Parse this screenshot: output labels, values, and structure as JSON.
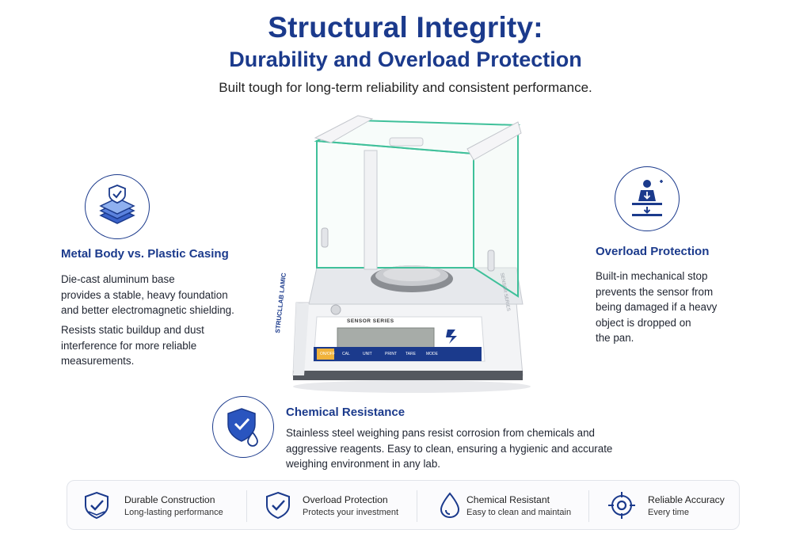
{
  "header": {
    "title": "Structural Integrity:",
    "subtitle": "Durability and Overload Protection",
    "tagline": "Built tough for long-term reliability and consistent performance."
  },
  "features": {
    "metal_body": {
      "icon": "layered-shield-icon",
      "title": "Metal Body vs. Plastic Casing",
      "lines1": [
        "Die-cast aluminum base",
        "provides a stable, heavy foundation",
        "and better electromagnetic shielding."
      ],
      "lines2": [
        "Resists static buildup and dust",
        "interference for more reliable",
        "measurements."
      ]
    },
    "overload": {
      "icon": "overload-stop-icon",
      "title": "Overload Protection",
      "lines": [
        "Built-in mechanical stop",
        "prevents the sensor from",
        "being damaged if a heavy",
        "object is dropped on",
        "the pan."
      ]
    },
    "chemical": {
      "icon": "shield-drop-icon",
      "title": "Chemical Resistance",
      "lines": [
        "Stainless steel weighing pans resist corrosion from chemicals and",
        "aggressive reagents. Easy to clean, ensuring a hygienic and accurate",
        "weighing environment in any lab."
      ]
    }
  },
  "product": {
    "series_label": "SENSOR SERIES",
    "brand_label": "STRUCLLAB LAMIC",
    "side_label": "SENSOR SERIES",
    "keys": [
      "ON/OFF",
      "CAL",
      "UNIT",
      "PRINT",
      "TARE",
      "MODE"
    ],
    "accent_color": "#1b3a8c",
    "key_highlight_color": "#f0b23a"
  },
  "strip": [
    {
      "icon": "shield-check-icon",
      "title": "Durable Construction",
      "sub": "Long-lasting performance"
    },
    {
      "icon": "check-shield-icon",
      "title": "Overload Protection",
      "sub": "Protects your investment"
    },
    {
      "icon": "droplet-icon",
      "title": "Chemical Resistant",
      "sub": "Easy to clean and maintain"
    },
    {
      "icon": "target-icon",
      "title": "Reliable Accuracy",
      "sub": "Every time"
    }
  ],
  "colors": {
    "primary": "#1b3a8c",
    "text": "#1f2430",
    "glass_edge": "#3fc09a"
  }
}
